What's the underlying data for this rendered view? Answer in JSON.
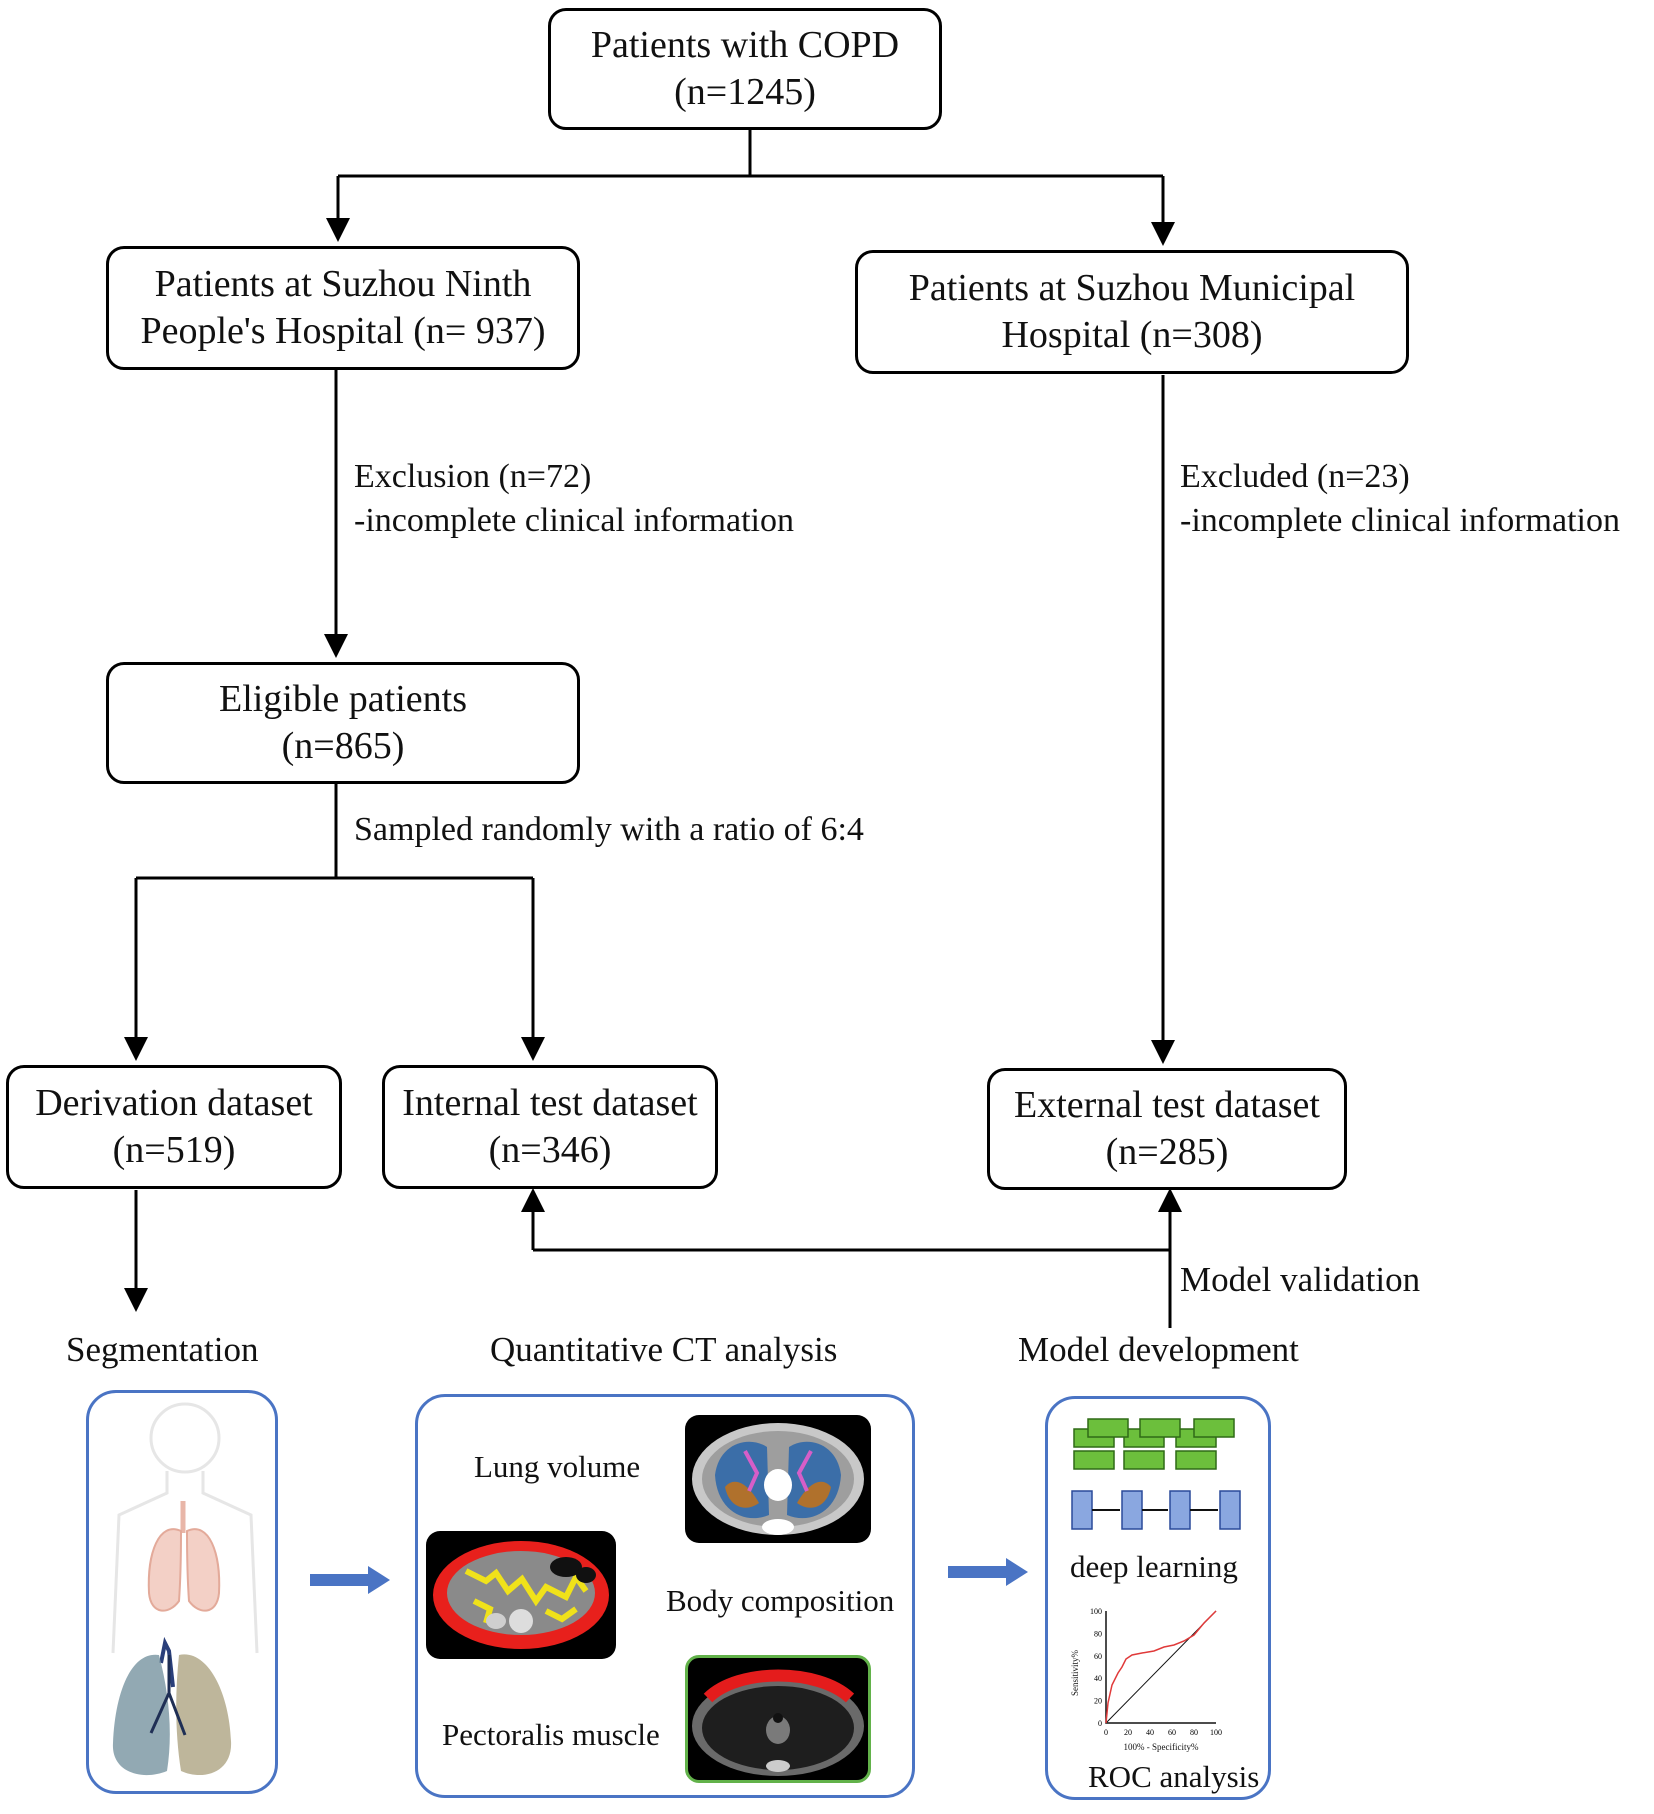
{
  "boxes": {
    "copd": {
      "line1": "Patients with COPD",
      "line2": "(n=1245)"
    },
    "ninth": {
      "line1": "Patients at Suzhou Ninth",
      "line2": "People's Hospital (n= 937)"
    },
    "municipal": {
      "line1": "Patients at Suzhou Municipal",
      "line2": "Hospital (n=308)"
    },
    "eligible": {
      "line1": "Eligible patients",
      "line2": "(n=865)"
    },
    "derivation": {
      "line1": "Derivation dataset",
      "line2": "(n=519)"
    },
    "internal": {
      "line1": "Internal test dataset",
      "line2": "(n=346)"
    },
    "external": {
      "line1": "External test dataset",
      "line2": "(n=285)"
    }
  },
  "notes": {
    "exclusion_left": {
      "line1": "Exclusion (n=72)",
      "line2": "-incomplete clinical information"
    },
    "exclusion_right": {
      "line1": "Excluded (n=23)",
      "line2": "-incomplete clinical information"
    },
    "sampling": "Sampled randomly with a ratio of 6:4",
    "validation": "Model validation"
  },
  "stages": {
    "segmentation": "Segmentation",
    "quant_ct": "Quantitative CT analysis",
    "model_dev": "Model development"
  },
  "quant_items": {
    "lung_volume": "Lung volume",
    "body_composition": "Body composition",
    "pectoralis": "Pectoralis muscle"
  },
  "model_items": {
    "deep_learning": "deep learning",
    "roc": "ROC analysis"
  },
  "roc_chart": {
    "ylabel": "Sensitivity%",
    "xlabel": "100% - Specificity%",
    "ticks": [
      "0",
      "20",
      "40",
      "60",
      "80",
      "100"
    ]
  },
  "colors": {
    "panel_border": "#4a74c4",
    "arrow_blue": "#4a74c4",
    "roc_line": "#e03a3a"
  }
}
